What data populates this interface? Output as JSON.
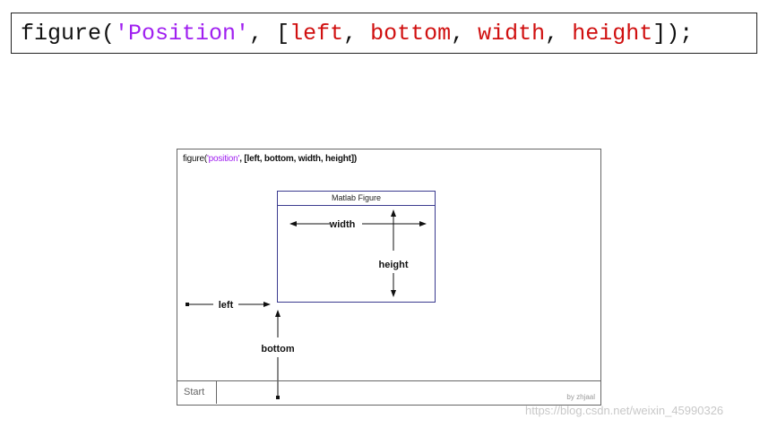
{
  "code": {
    "fn": "figure(",
    "arg_string": "'Position'",
    "sep1": ", ",
    "bracket_open": "[",
    "p_left": "left",
    "sep2": ", ",
    "p_bottom": "bottom",
    "sep3": ", ",
    "p_width": "width",
    "sep4": ", ",
    "p_height": "height",
    "closing": "]);"
  },
  "diagram": {
    "caption": {
      "fn": "figure(",
      "arg": "'position'",
      "rest": ", [left, bottom, width, height])"
    },
    "window_title": "Matlab Figure",
    "labels": {
      "width": "width",
      "height": "height",
      "left": "left",
      "bottom": "bottom"
    },
    "start_label": "Start",
    "signature": "by zhjaal"
  },
  "watermark": "https://blog.csdn.net/weixin_45990326",
  "colors": {
    "keyword_string": "#a020f0",
    "parameter": "#d01010",
    "window_border": "#3b3b8f"
  }
}
